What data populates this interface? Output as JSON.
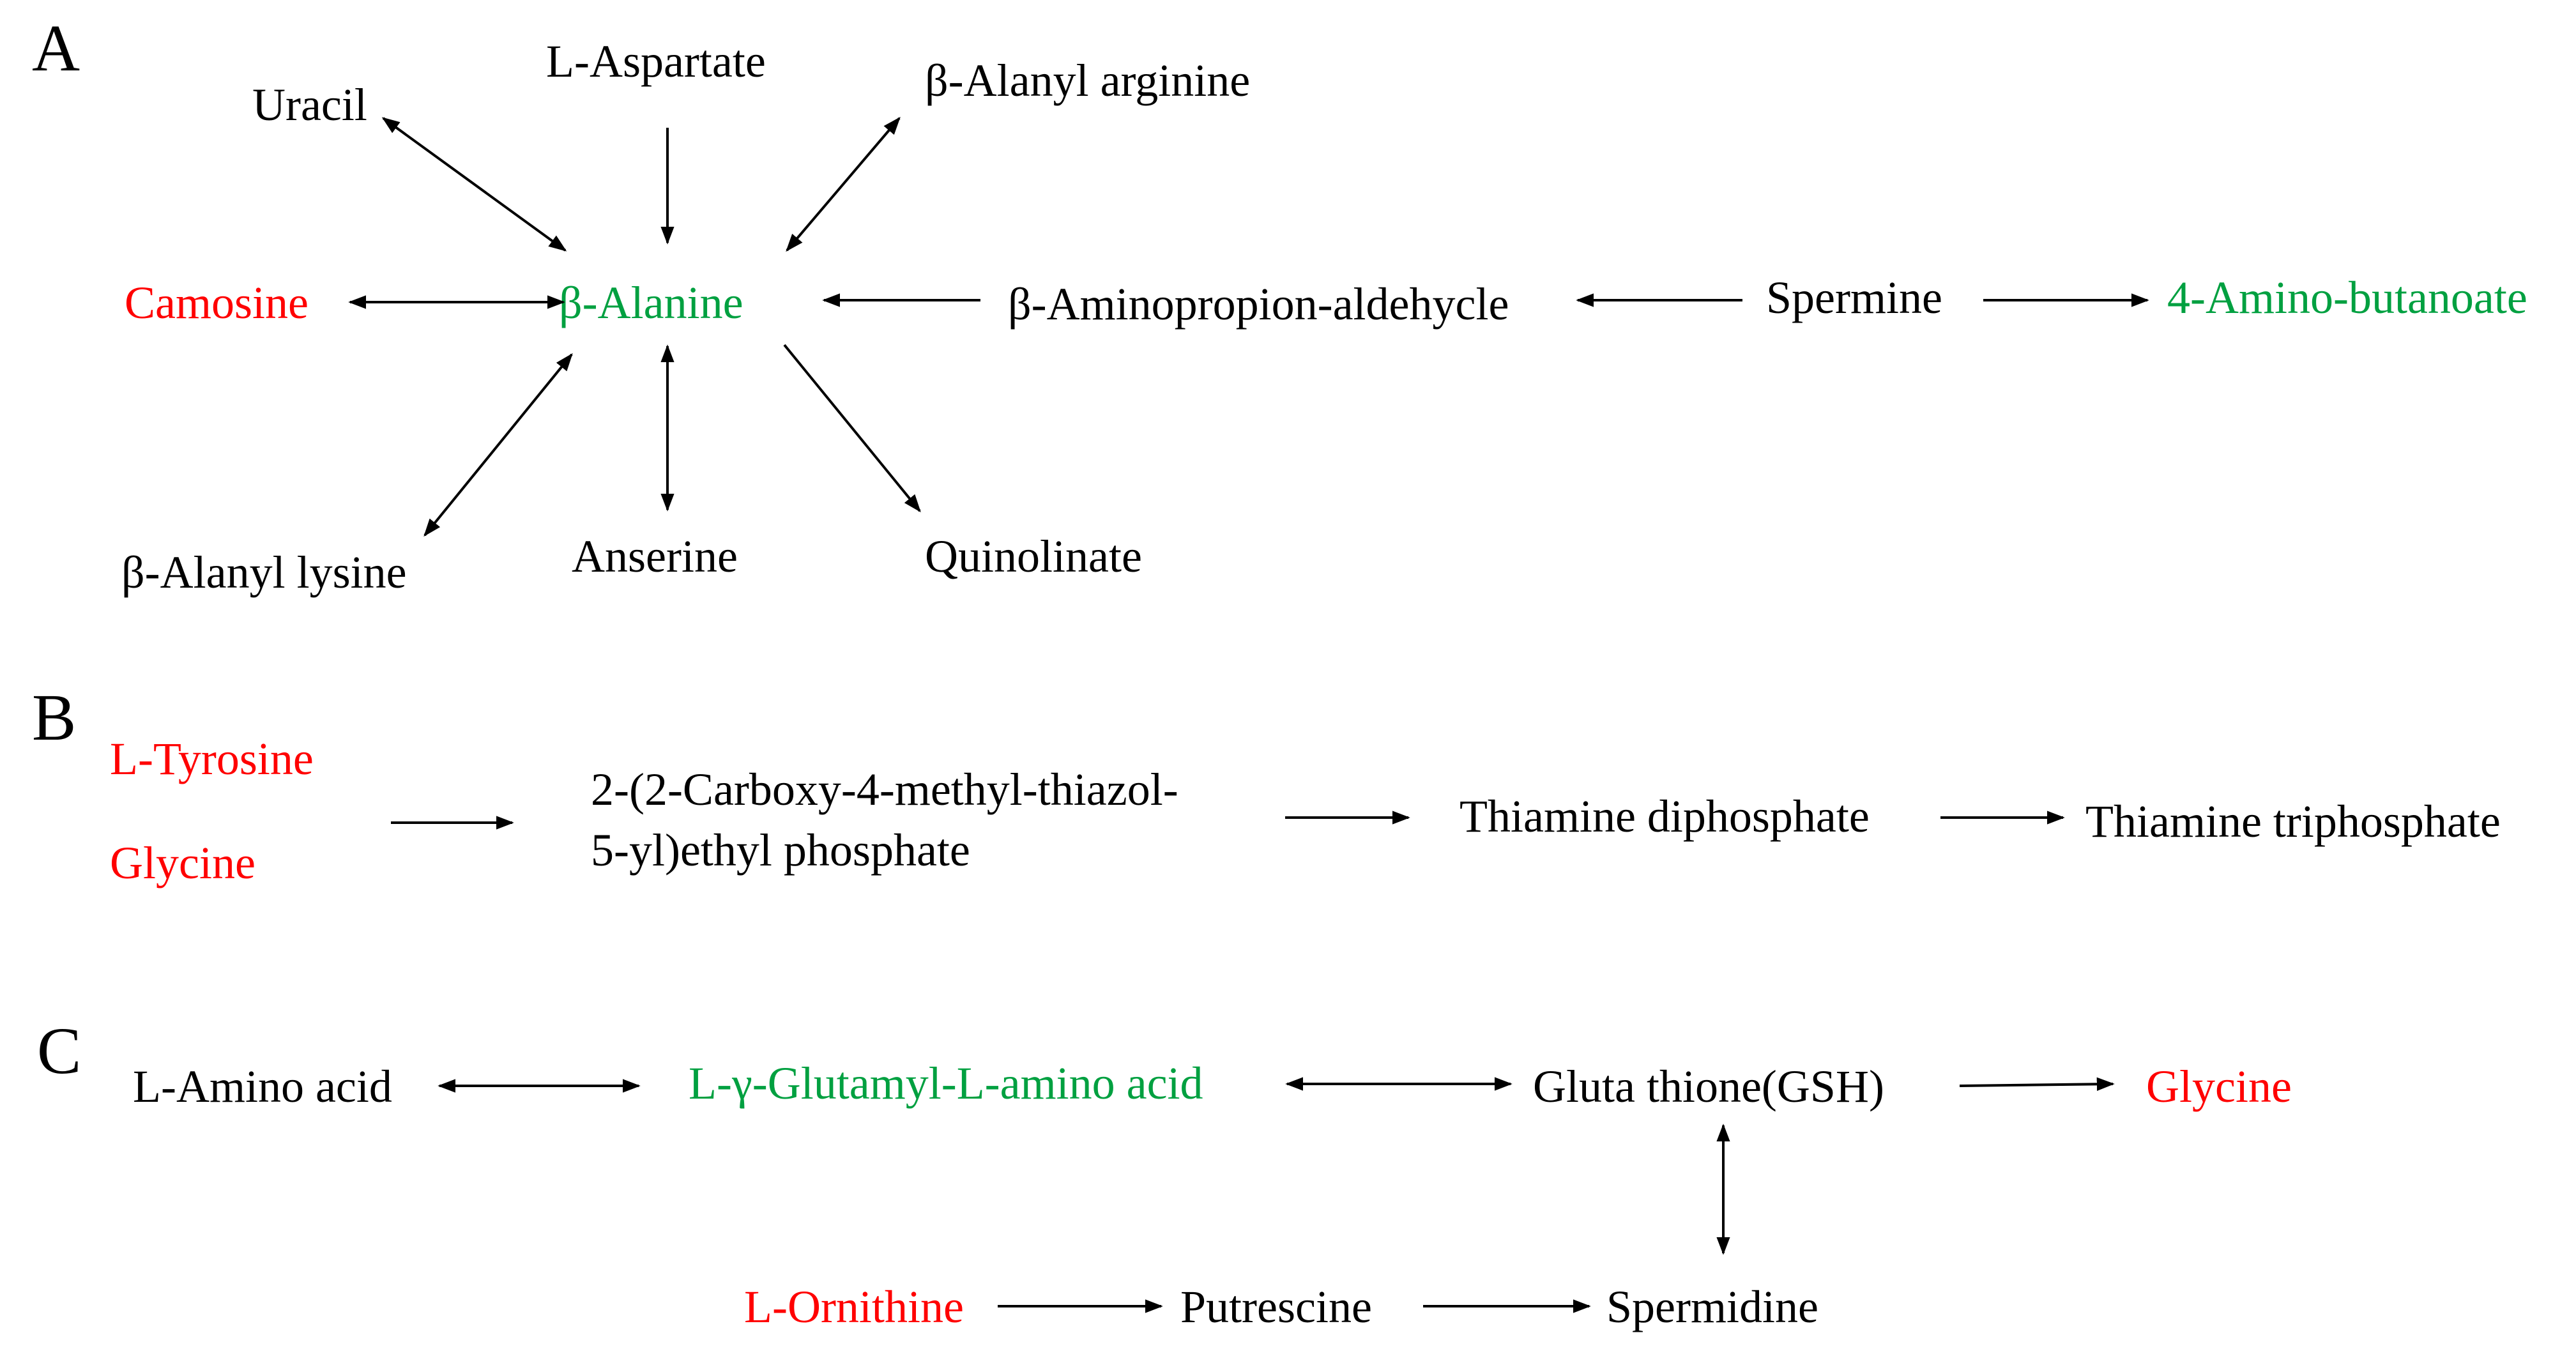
{
  "colors": {
    "text": "#000000",
    "highlight_red": "#ff0000",
    "highlight_green": "#00a040",
    "arrow": "#000000"
  },
  "panels": {
    "a": {
      "label": "A",
      "nodes": {
        "uracil": "Uracil",
        "l_aspartate": "L-Aspartate",
        "beta_alanyl_arginine": "β-Alanyl arginine",
        "camosine": "Camosine",
        "beta_alanine": "β-Alanine",
        "beta_aminopropion_aldehycle": "β-Aminopropion-aldehycle",
        "spermine": "Spermine",
        "amino_butanoate": "4-Amino-butanoate",
        "beta_alanyl_lysine": "β-Alanyl lysine",
        "anserine": "Anserine",
        "quinolinate": "Quinolinate"
      }
    },
    "b": {
      "label": "B",
      "nodes": {
        "l_tyrosine": "L-Tyrosine",
        "glycine": "Glycine",
        "carboxy_line1": "2-(2-Carboxy-4-methyl-thiazol-",
        "carboxy_line2": "5-yl)ethyl phosphate",
        "thiamine_diphosphate": "Thiamine diphosphate",
        "thiamine_triphosphate": "Thiamine triphosphate"
      }
    },
    "c": {
      "label": "C",
      "nodes": {
        "l_amino_acid": "L-Amino acid",
        "glutamyl_amino_acid": "L-γ-Glutamyl-L-amino acid",
        "glutathione": "Gluta thione(GSH)",
        "glycine": "Glycine",
        "l_ornithine": "L-Ornithine",
        "putrescine": "Putrescine",
        "spermidine": "Spermidine"
      }
    }
  }
}
